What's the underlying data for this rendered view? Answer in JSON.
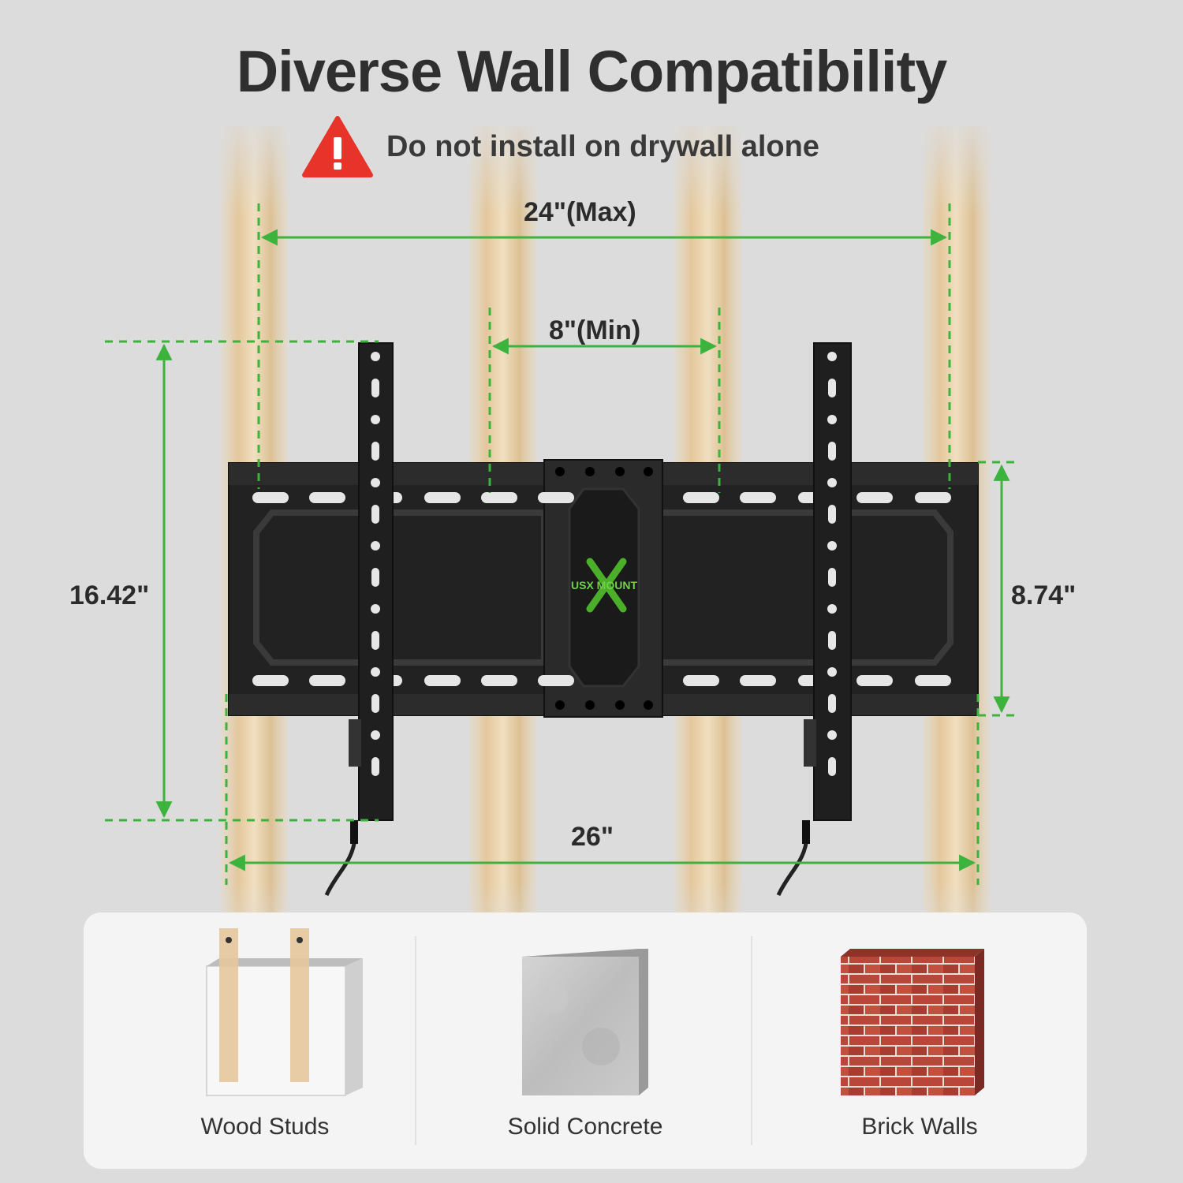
{
  "title": "Diverse Wall Compatibility",
  "warning": {
    "icon": "warning-triangle-icon",
    "text": "Do not install on drywall alone",
    "color": "#e8332b"
  },
  "dimensions": {
    "max_stud_spacing": "24\"(Max)",
    "min_stud_spacing": "8\"(Min)",
    "bracket_height": "16.42\"",
    "plate_height": "8.74\"",
    "plate_width": "26\""
  },
  "brand_logo": {
    "text": "USX MOUNT",
    "icon": "usx-mount-logo-icon",
    "color": "#4caf2a"
  },
  "accent_color": "#3cb33c",
  "wall_types": [
    {
      "label": "Wood Studs",
      "icon": "wood-studs-icon"
    },
    {
      "label": "Solid Concrete",
      "icon": "concrete-block-icon"
    },
    {
      "label": "Brick Walls",
      "icon": "brick-wall-icon"
    }
  ]
}
